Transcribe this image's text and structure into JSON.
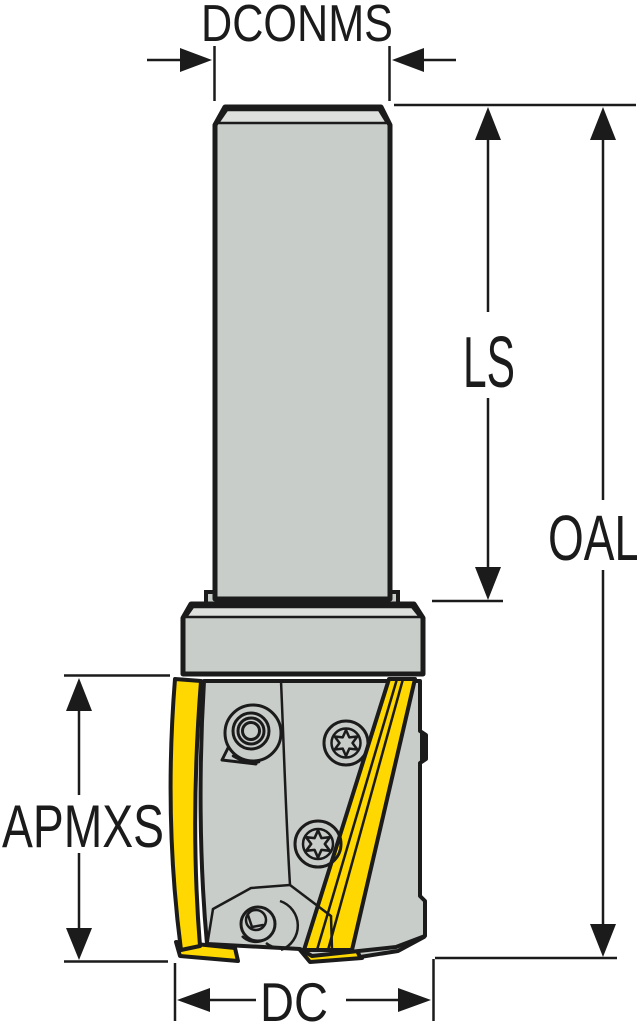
{
  "colors": {
    "background": "#ffffff",
    "outline": "#1b1b1b",
    "body_gray": "#c8cdc9",
    "body_light": "#dde0dd",
    "insert_yellow": "#ffd801",
    "label_color": "#1b1b1b"
  },
  "labels": {
    "dconms": "DCONMS",
    "ls": "LS",
    "oal": "OAL",
    "apmxs": "APMXS",
    "dc": "DC"
  },
  "parts": [
    "cylindrical-shank",
    "collar",
    "cutting-head",
    "left-insert",
    "diagonal-insert-band",
    "cam-screw",
    "torx-screw-upper",
    "torx-screw-middle",
    "bottom-screw",
    "bottom-inserts"
  ]
}
